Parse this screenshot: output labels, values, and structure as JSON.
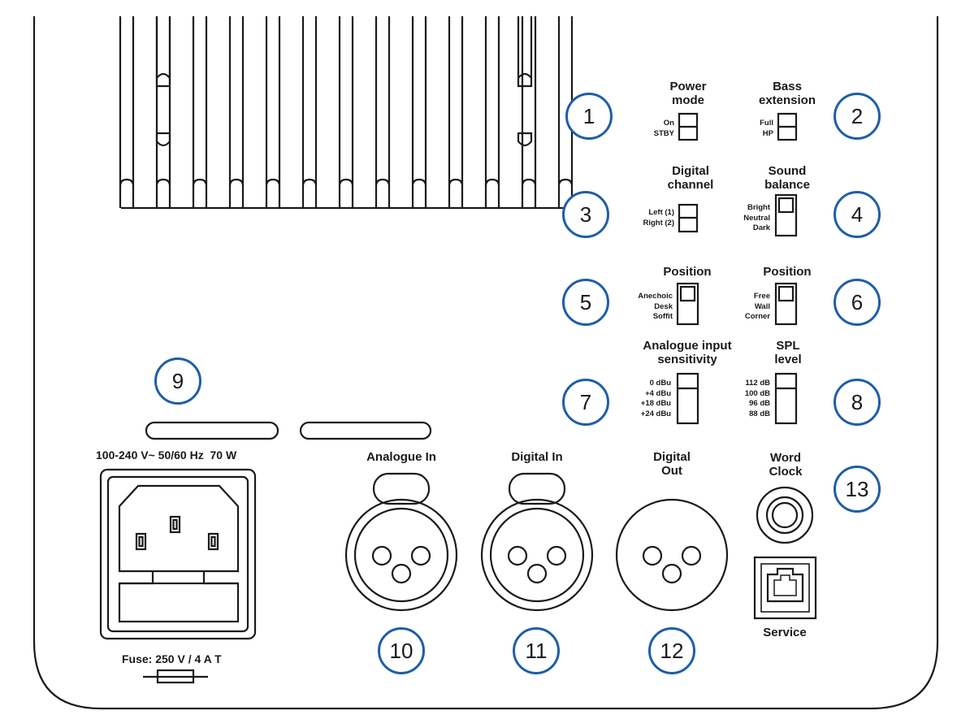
{
  "callouts": [
    "1",
    "2",
    "3",
    "4",
    "5",
    "6",
    "7",
    "8",
    "9",
    "10",
    "11",
    "12",
    "13"
  ],
  "switches": {
    "power_mode": {
      "title": "Power\nmode",
      "options": [
        "On",
        "STBY"
      ]
    },
    "bass_extension": {
      "title": "Bass\nextension",
      "options": [
        "Full",
        "HP"
      ]
    },
    "digital_channel": {
      "title": "Digital\nchannel",
      "options": [
        "Left (1)",
        "Right (2)"
      ]
    },
    "sound_balance": {
      "title": "Sound\nbalance",
      "options": [
        "Bright",
        "Neutral",
        "Dark"
      ]
    },
    "position_5": {
      "title": "Position",
      "options": [
        "Anechoic",
        "Desk",
        "Soffit"
      ]
    },
    "position_6": {
      "title": "Position",
      "options": [
        "Free",
        "Wall",
        "Corner"
      ]
    },
    "analogue_sensitivity": {
      "title": "Analogue input\nsensitivity",
      "options": [
        "0 dBu",
        "+4 dBu",
        "+18 dBu",
        "+24 dBu"
      ]
    },
    "spl_level": {
      "title": "SPL\nlevel",
      "options": [
        "112 dB",
        "100 dB",
        "96 dB",
        "88 dB"
      ]
    }
  },
  "connectors": {
    "power_rating": "100-240 V~ 50/60 Hz  70 W",
    "fuse": "Fuse: 250 V / 4 A T",
    "analogue_in": "Analogue In",
    "digital_in": "Digital In",
    "digital_out": "Digital\nOut",
    "word_clock": "Word\nClock",
    "service": "Service"
  },
  "colors": {
    "callout_ring": "#1f5ea8",
    "line": "#1a1a1a",
    "background": "#ffffff"
  }
}
